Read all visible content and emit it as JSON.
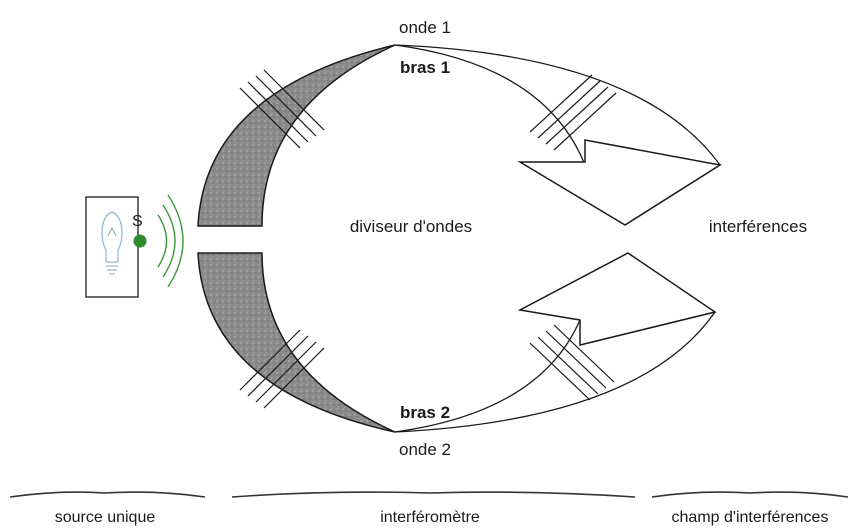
{
  "labels": {
    "wave1": "onde 1",
    "arm1": "bras 1",
    "arm2": "bras 2",
    "wave2": "onde 2",
    "splitter": "diviseur d'ondes",
    "interference": "interférences",
    "source_point": "S"
  },
  "sections": {
    "source": "source unique",
    "interferometer": "interféromètre",
    "field": "champ d'interférences"
  },
  "colors": {
    "arm_fill": "#8a8a8a",
    "line": "#1a1a1a",
    "source_dot": "#2e8b2e",
    "source_waves": "#3a9a3a",
    "bulb": "#8fb7c9"
  },
  "icons": {
    "light_source": "light-bulb-icon"
  }
}
